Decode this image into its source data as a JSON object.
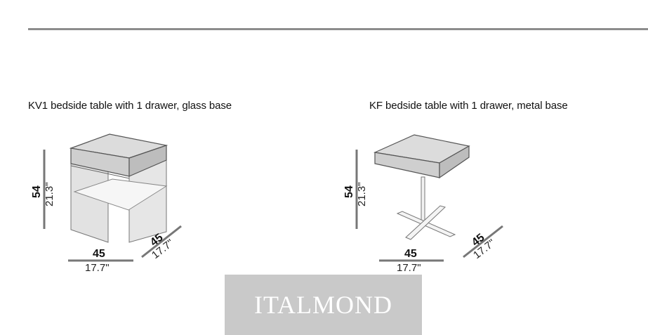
{
  "products": [
    {
      "id": "kv1",
      "title": "KV1 bedside table with 1 drawer, glass base",
      "dims": {
        "height_cm": "54",
        "height_in": "21.3\"",
        "width_cm": "45",
        "width_in": "17.7\"",
        "depth_cm": "45",
        "depth_in": "17.7\""
      }
    },
    {
      "id": "kf",
      "title": "KF bedside table with 1 drawer, metal base",
      "dims": {
        "height_cm": "54",
        "height_in": "21.3\"",
        "width_cm": "45",
        "width_in": "17.7\"",
        "depth_cm": "45",
        "depth_in": "17.7\""
      }
    }
  ],
  "watermark": {
    "text": "ITALMOND"
  },
  "colors": {
    "rule": "#8c8c8c",
    "drawing_fill": "#d6d6d6",
    "watermark_bg": "#c9c9c9"
  }
}
